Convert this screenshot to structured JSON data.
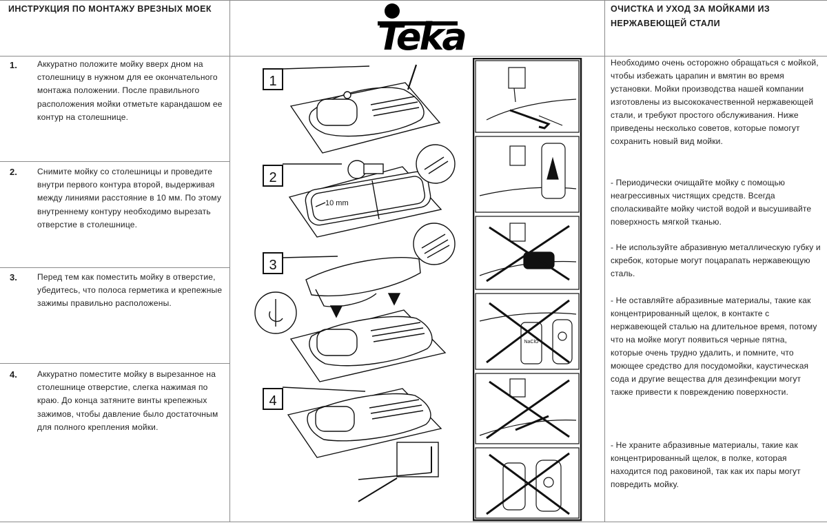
{
  "left_column": {
    "title": "ИНСТРУКЦИЯ ПО МОНТАЖУ ВРЕЗНЫХ МОЕК",
    "steps": [
      {
        "number": "1.",
        "text": "Аккуратно положите мойку вверх дном на столешницу в нужном для ее окончательного монтажа положении. После правильного расположения мойки отметьте карандашом ее контур на столешнице."
      },
      {
        "number": "2.",
        "text": "Снимите мойку со столешницы и проведите внутри первого контура второй, выдерживая между линиями расстояние в 10 мм. По этому внутреннему контуру необходимо вырезать отверстие в столешнице."
      },
      {
        "number": "3.",
        "text": "Перед тем как поместить мойку в отверстие, убедитесь, что полоса герметика и крепежные зажимы правильно расположены."
      },
      {
        "number": "4.",
        "text": "Аккуратно поместите мойку в вырезанное на столешнице отверстие, слегка нажимая по краю. До конца затяните винты крепежных зажимов, чтобы давление было достаточным для полного крепления мойки."
      }
    ]
  },
  "logo": {
    "brand": "Teka"
  },
  "diagram": {
    "step_labels": [
      "1",
      "2",
      "3",
      "4"
    ],
    "dimension_label": "10 mm",
    "bottle_label": "NaClO"
  },
  "right_column": {
    "title": "ОЧИСТКА И УХОД ЗА МОЙКАМИ ИЗ НЕРЖАВЕЮЩЕЙ СТАЛИ",
    "paragraphs": [
      "Необходимо очень осторожно обращаться с мойкой, чтобы избежать царапин и вмятин во время установки. Мойки производства нашей компании изготовлены из высококачественной нержавеющей стали, и требуют простого обслуживания. Ниже приведены несколько советов, которые помогут сохранить новый вид мойки.",
      "- Периодически очищайте мойку с помощью неагрессивных чистящих средств. Всегда споласкивайте мойку чистой водой и высушивайте поверхность мягкой тканью.",
      "- Не используйте абразивную металлическую губку и скребок, которые могут поцарапать нержавеющую сталь.",
      "- Не оставляйте абразивные материалы, такие как концентрированный щелок, в контакте с нержавеющей сталью на длительное время, потому что на мойке могут появиться черные пятна, которые очень трудно удалить, и помните, что моющее средство для посудомойки, каустическая сода и другие вещества для дезинфекции могут также привести к повреждению поверхности.",
      "- Не храните абразивные материалы, такие как концентрированный щелок, в полке, которая находится под раковиной, так как их пары могут повредить мойку."
    ]
  },
  "colors": {
    "rule": "#8a8a8a",
    "ink": "#1e1e1e",
    "background": "#ffffff"
  }
}
